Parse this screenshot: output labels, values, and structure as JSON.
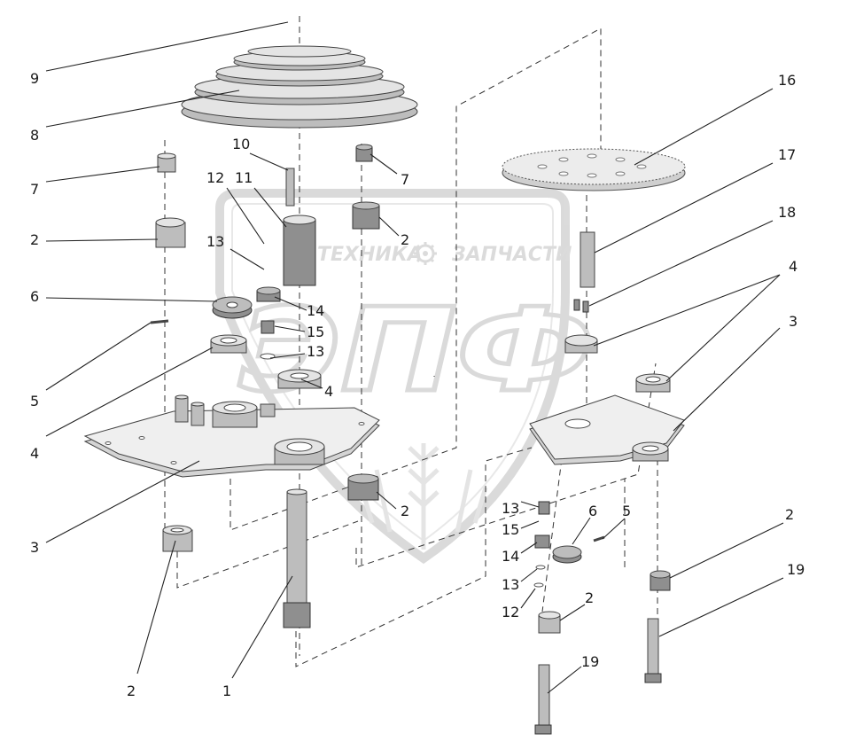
{
  "watermark": {
    "line1_left": "ТЕХНИКА",
    "line1_right": "ЗАПЧАСТИ",
    "logo": "ЭПФ",
    "gear_icon": "gear-icon",
    "color": "#c9c9c9"
  },
  "callouts": [
    {
      "id": "c9",
      "text": "9"
    },
    {
      "id": "c8",
      "text": "8"
    },
    {
      "id": "c7a",
      "text": "7"
    },
    {
      "id": "c2a",
      "text": "2"
    },
    {
      "id": "c6a",
      "text": "6"
    },
    {
      "id": "c5a",
      "text": "5"
    },
    {
      "id": "c4a",
      "text": "4"
    },
    {
      "id": "c3a",
      "text": "3"
    },
    {
      "id": "c2b",
      "text": "2"
    },
    {
      "id": "c1",
      "text": "1"
    },
    {
      "id": "c10",
      "text": "10"
    },
    {
      "id": "c12a",
      "text": "12"
    },
    {
      "id": "c11",
      "text": "11"
    },
    {
      "id": "c13a",
      "text": "13"
    },
    {
      "id": "c14a",
      "text": "14"
    },
    {
      "id": "c15a",
      "text": "15"
    },
    {
      "id": "c13b",
      "text": "13"
    },
    {
      "id": "c4b",
      "text": "4"
    },
    {
      "id": "c7b",
      "text": "7"
    },
    {
      "id": "c2c",
      "text": "2"
    },
    {
      "id": "c2d",
      "text": "2"
    },
    {
      "id": "c16",
      "text": "16"
    },
    {
      "id": "c17",
      "text": "17"
    },
    {
      "id": "c18",
      "text": "18"
    },
    {
      "id": "c4c",
      "text": "4"
    },
    {
      "id": "c3b",
      "text": "3"
    },
    {
      "id": "c13c",
      "text": "13"
    },
    {
      "id": "c6b",
      "text": "6"
    },
    {
      "id": "c5b",
      "text": "5"
    },
    {
      "id": "c15b",
      "text": "15"
    },
    {
      "id": "c14b",
      "text": "14"
    },
    {
      "id": "c13d",
      "text": "13"
    },
    {
      "id": "c12b",
      "text": "12"
    },
    {
      "id": "c2e",
      "text": "2"
    },
    {
      "id": "c2f",
      "text": "2"
    },
    {
      "id": "c19a",
      "text": "19"
    },
    {
      "id": "c19b",
      "text": "19"
    }
  ]
}
